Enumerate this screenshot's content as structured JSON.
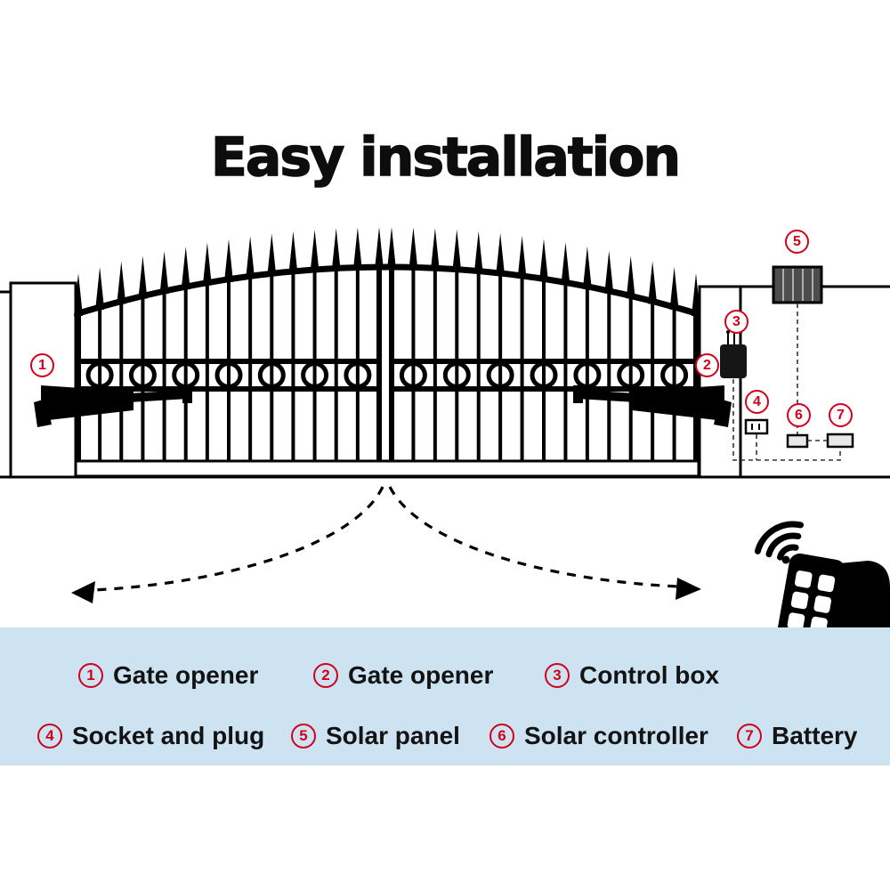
{
  "title": "Easy installation",
  "colors": {
    "callout_red": "#d0021b",
    "legend_bg": "#cde3f1",
    "line_black": "#000000"
  },
  "callouts": [
    {
      "num": "1",
      "label": "Gate opener"
    },
    {
      "num": "2",
      "label": "Gate opener"
    },
    {
      "num": "3",
      "label": "Control box"
    },
    {
      "num": "4",
      "label": "Socket and plug"
    },
    {
      "num": "5",
      "label": "Solar panel"
    },
    {
      "num": "6",
      "label": "Solar controller"
    },
    {
      "num": "7",
      "label": "Battery"
    }
  ]
}
